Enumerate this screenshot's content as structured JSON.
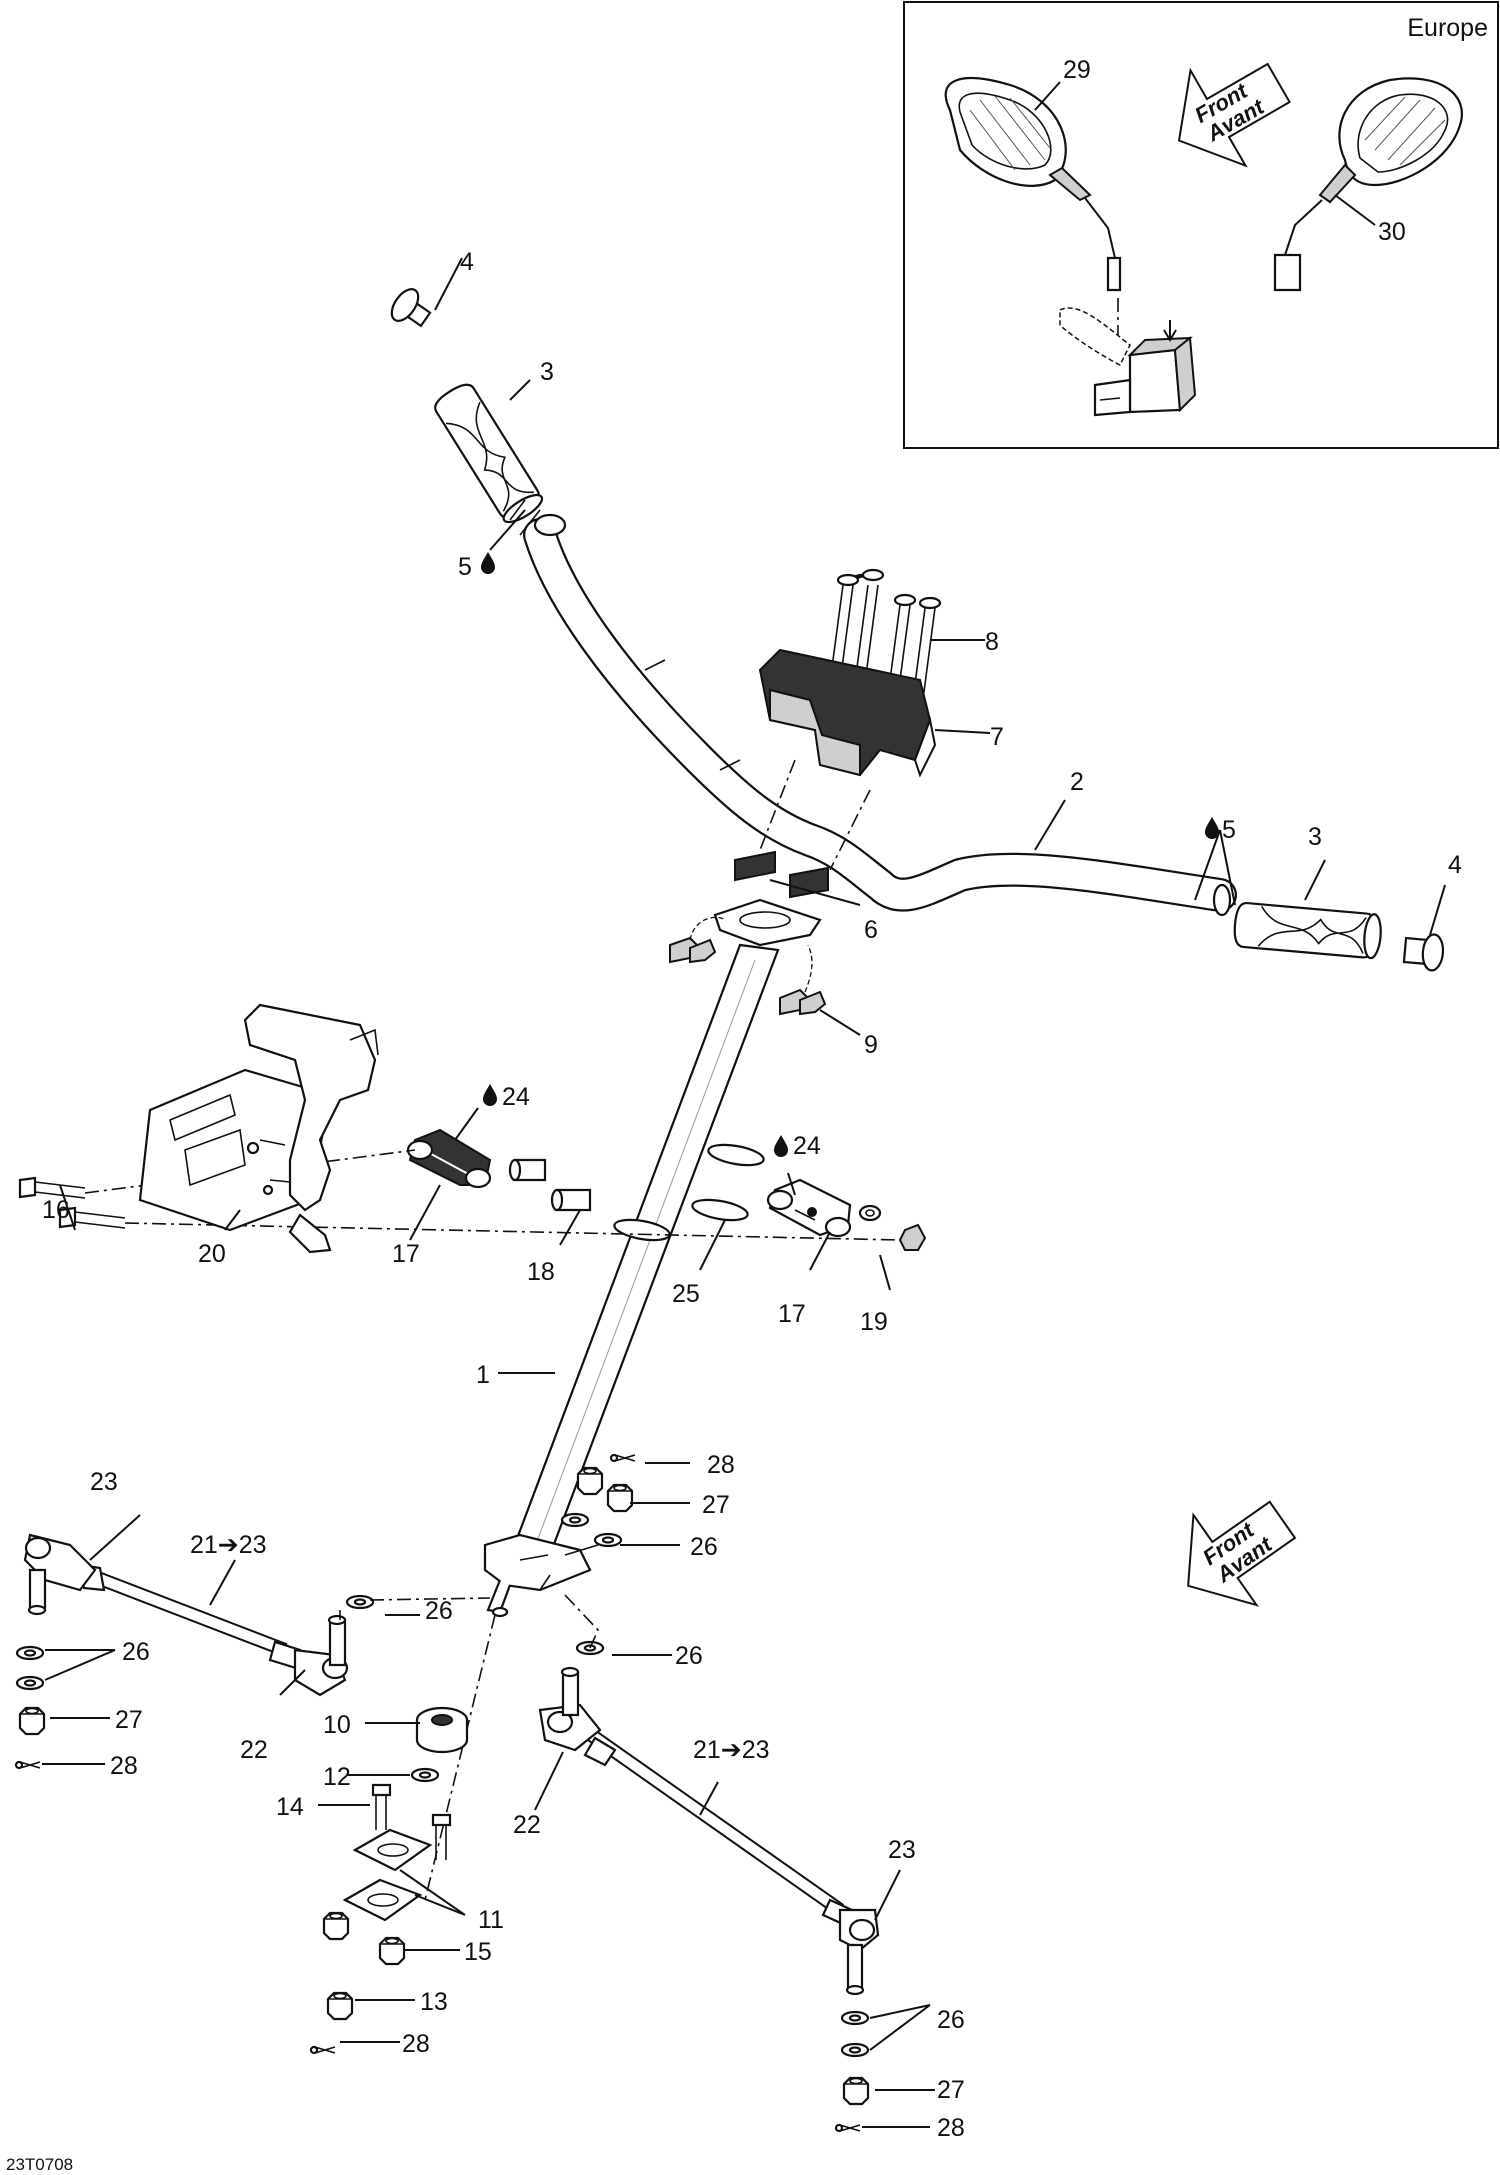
{
  "inset": {
    "region_label": "Europe"
  },
  "front_arrow": {
    "line1": "Front",
    "line2": "Avant"
  },
  "drawing_code": "23T0708",
  "callouts": {
    "c1": "1",
    "c2": "2",
    "c3a": "3",
    "c3b": "3",
    "c4a": "4",
    "c4b": "4",
    "c5a": "5",
    "c5b": "5",
    "c6": "6",
    "c7": "7",
    "c8": "8",
    "c9": "9",
    "c10": "10",
    "c11": "11",
    "c12": "12",
    "c13": "13",
    "c14": "14",
    "c15": "15",
    "c16": "16",
    "c17a": "17",
    "c17b": "17",
    "c18": "18",
    "c19": "19",
    "c20": "20",
    "c21a": "21➔23",
    "c21b": "21➔23",
    "c22a": "22",
    "c22b": "22",
    "c23a": "23",
    "c23b": "23",
    "c24a": "24",
    "c24b": "24",
    "c25": "25",
    "c26a": "26",
    "c26b": "26",
    "c26c": "26",
    "c26d": "26",
    "c26e": "26",
    "c27a": "27",
    "c27b": "27",
    "c27c": "27",
    "c28a": "28",
    "c28b": "28",
    "c28c": "28",
    "c28d": "28",
    "c29": "29",
    "c30": "30"
  },
  "icons": {
    "lubricant": "oil-drop-icon",
    "direction": "front-arrow-icon"
  }
}
